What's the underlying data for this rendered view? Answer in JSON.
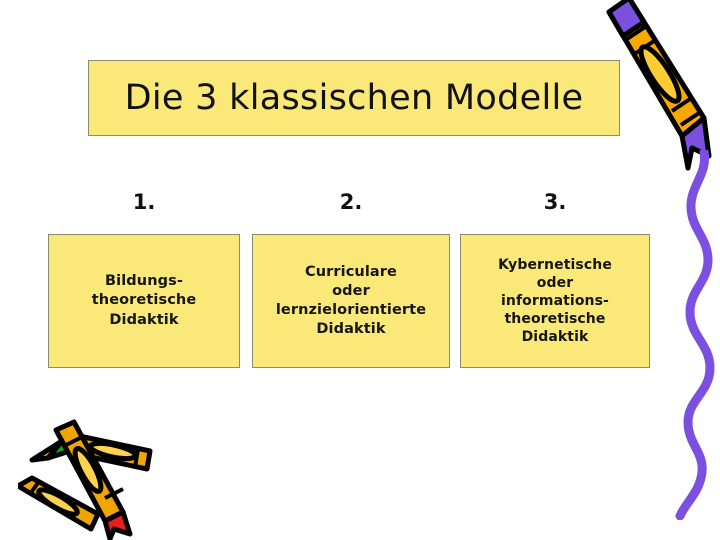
{
  "slide": {
    "title": "Die 3 klassischen Modelle",
    "background_color": "#ffffff",
    "box_fill_color": "#fae878",
    "box_border_color": "#8b8b6f",
    "text_color": "#111111"
  },
  "models": [
    {
      "number": "1.",
      "lines": [
        "Bildungs-",
        "theoretische",
        "Didaktik"
      ],
      "text": "Bildungs-\ntheoretische\nDidaktik"
    },
    {
      "number": "2.",
      "lines": [
        "Curriculare",
        "oder",
        "lernzielorientierte",
        "Didaktik"
      ],
      "text": "Curriculare\noder\nlernzielorientierte\nDidaktik"
    },
    {
      "number": "3.",
      "lines": [
        "Kybernetische",
        "oder",
        "informations-",
        "theoretische",
        "Didaktik"
      ],
      "text": "Kybernetische\noder\ninformations-\ntheoretische\nDidaktik"
    }
  ],
  "decorations": {
    "top_right_crayon": {
      "name": "orange-crayon-purple-tip",
      "body_color": "#f9a800",
      "highlight_color": "#ffcc33",
      "tip_color": "#7b4fe0",
      "outline_color": "#000000"
    },
    "squiggle": {
      "name": "purple-wavy-line",
      "color": "#7b4fe0"
    },
    "bottom_left_crayons": {
      "name": "crossed-crayons",
      "body_color": "#f0a500",
      "highlight_color": "#ffd24d",
      "green_tip_color": "#0fa52c",
      "red_tip_color": "#e81f1f",
      "outline_color": "#000000"
    }
  }
}
